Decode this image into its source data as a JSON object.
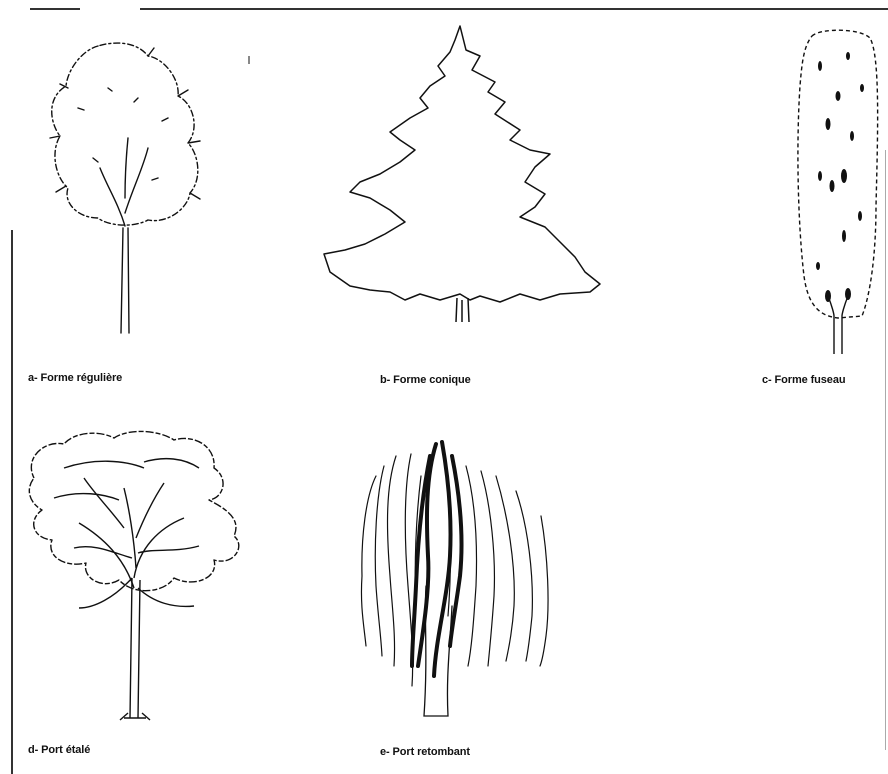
{
  "captions": {
    "a": "a- Forme régulière",
    "b": "b- Forme conique",
    "c": "c- Forme fuseau",
    "d": "d- Port étalé",
    "e": "e- Port retombant"
  },
  "trees": [
    {
      "id": "a",
      "icon": "regular-tree-icon"
    },
    {
      "id": "b",
      "icon": "conical-tree-icon"
    },
    {
      "id": "c",
      "icon": "spindle-tree-icon"
    },
    {
      "id": "d",
      "icon": "spreading-tree-icon"
    },
    {
      "id": "e",
      "icon": "weeping-tree-icon"
    }
  ],
  "colors": {
    "ink": "#111111",
    "paper": "#ffffff"
  }
}
